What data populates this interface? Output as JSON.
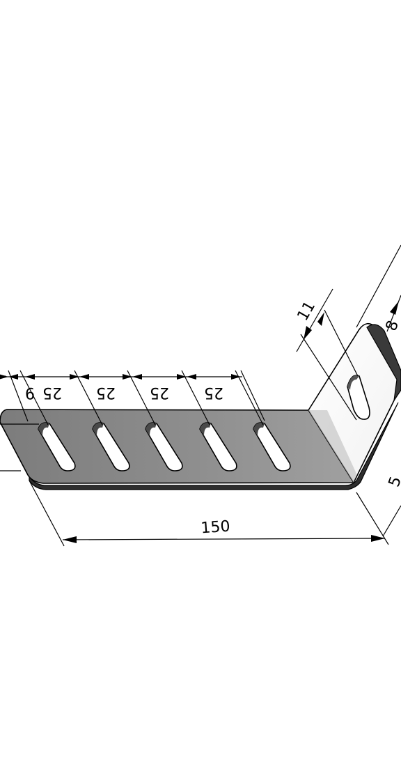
{
  "drawing": {
    "dimensions": {
      "slot_pitch": "25",
      "slot_width": "9",
      "overall_length": "150",
      "hole_width": "11",
      "hole_partial": "8",
      "height_partial": "5"
    },
    "colors": {
      "plate_top": "#8e8e8e",
      "plate_edge": "#3a3a3a",
      "plate_highlight": "#b8b8b8",
      "line": "#000000",
      "background": "#ffffff"
    }
  }
}
